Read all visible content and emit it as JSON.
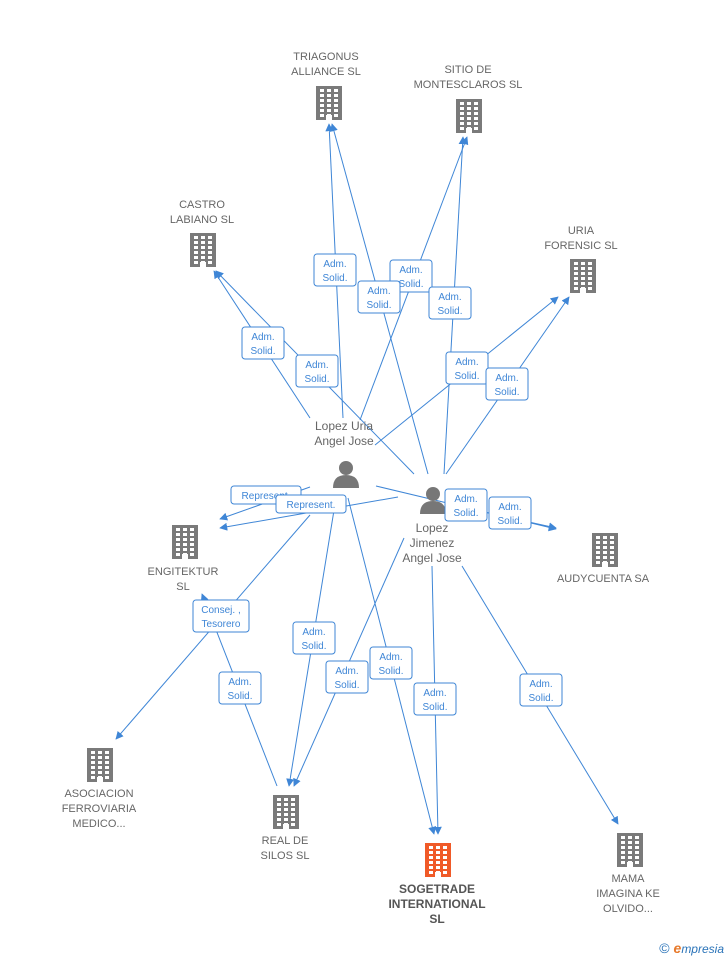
{
  "colors": {
    "edge": "#3f86d6",
    "building": "#7a7a7a",
    "building_main": "#f05a28",
    "person": "#777777"
  },
  "companies": [
    {
      "id": "triagonus",
      "lines": [
        "TRIAGONUS",
        "ALLIANCE  SL"
      ]
    },
    {
      "id": "sitio",
      "lines": [
        "SITIO DE",
        "MONTESCLAROS SL"
      ]
    },
    {
      "id": "castro",
      "lines": [
        "CASTRO",
        "LABIANO SL"
      ]
    },
    {
      "id": "uria",
      "lines": [
        "URIA",
        "FORENSIC  SL"
      ]
    },
    {
      "id": "engitektur",
      "lines": [
        "ENGITEKTUR",
        "SL"
      ]
    },
    {
      "id": "audycuenta",
      "lines": [
        "AUDYCUENTA SA"
      ]
    },
    {
      "id": "asociacion",
      "lines": [
        "ASOCIACION",
        "FERROVIARIA",
        "MEDICO..."
      ]
    },
    {
      "id": "realdesilos",
      "lines": [
        "REAL DE",
        "SILOS SL"
      ]
    },
    {
      "id": "sogetrade",
      "lines": [
        "SOGETRADE",
        "INTERNATIONAL",
        "SL"
      ],
      "main": true
    },
    {
      "id": "mama",
      "lines": [
        "MAMA",
        "IMAGINA KE",
        "OLVIDO..."
      ]
    }
  ],
  "persons": [
    {
      "id": "lopezuria",
      "lines": [
        "Lopez Uria",
        "Angel Jose"
      ]
    },
    {
      "id": "lopezjimenez",
      "lines": [
        "Lopez",
        "Jimenez",
        "Angel Jose"
      ]
    }
  ],
  "edges": [
    {
      "from": "lopezuria",
      "to": "triagonus",
      "label": [
        "Adm.",
        "Solid."
      ]
    },
    {
      "from": "lopezuria",
      "to": "sitio",
      "label": [
        "Adm.",
        "Solid."
      ]
    },
    {
      "from": "lopezuria",
      "to": "castro",
      "label": [
        "Adm.",
        "Solid."
      ]
    },
    {
      "from": "lopezuria",
      "to": "uria",
      "label": [
        "Adm.",
        "Solid."
      ]
    },
    {
      "from": "lopezuria",
      "to": "engitektur",
      "label": [
        "Represent."
      ]
    },
    {
      "from": "lopezuria",
      "to": "audycuenta",
      "label": [
        "Adm.",
        "Solid."
      ]
    },
    {
      "from": "lopezuria",
      "to": "asociacion",
      "label": [
        "Consej. ,",
        "Tesorero"
      ]
    },
    {
      "from": "lopezuria",
      "to": "realdesilos",
      "label": [
        "Adm.",
        "Solid."
      ]
    },
    {
      "from": "lopezuria",
      "to": "sogetrade",
      "label": [
        "Adm.",
        "Solid."
      ]
    },
    {
      "from": "lopezjimenez",
      "to": "triagonus",
      "label": [
        "Adm.",
        "Solid."
      ]
    },
    {
      "from": "lopezjimenez",
      "to": "sitio",
      "label": [
        "Adm.",
        "Solid."
      ]
    },
    {
      "from": "lopezjimenez",
      "to": "castro",
      "label": [
        "Adm.",
        "Solid."
      ]
    },
    {
      "from": "lopezjimenez",
      "to": "uria",
      "label": [
        "Adm.",
        "Solid."
      ]
    },
    {
      "from": "lopezjimenez",
      "to": "engitektur",
      "label": [
        "Represent."
      ]
    },
    {
      "from": "lopezjimenez",
      "to": "audycuenta",
      "label": [
        "Adm.",
        "Solid."
      ]
    },
    {
      "from": "lopezjimenez",
      "to": "realdesilos",
      "label": [
        "Adm.",
        "Solid."
      ]
    },
    {
      "from": "lopezjimenez",
      "to": "sogetrade",
      "label": [
        "Adm.",
        "Solid."
      ]
    },
    {
      "from": "lopezjimenez",
      "to": "mama",
      "label": [
        "Adm.",
        "Solid."
      ]
    },
    {
      "from": "realdesilos",
      "to": "engitektur",
      "label": [
        "Adm.",
        "Solid."
      ]
    }
  ],
  "footer": {
    "copyright": "©",
    "brand_initial": "e",
    "brand_rest": "mpresia"
  }
}
